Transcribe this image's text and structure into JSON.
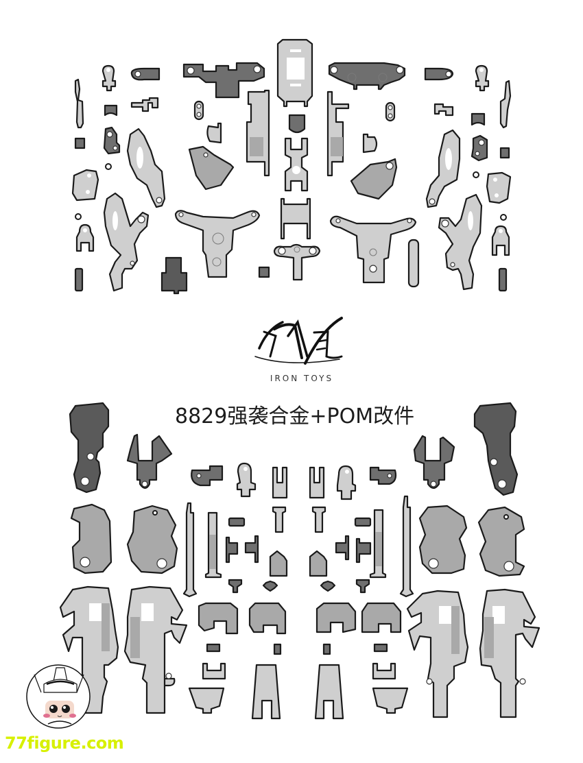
{
  "product": {
    "title": "8829强袭合金+POM改件",
    "brand_name": "IRON TOYS",
    "brand_logo_calligraphy": "铁创",
    "brand_logo_icon": "calligraphy-logo-icon"
  },
  "watermark": {
    "text": "77figure.com",
    "color": "#d7f000",
    "avatar_icon": "chibi-mecha-avatar-icon"
  },
  "colors": {
    "background": "#ffffff",
    "part_light": "#cfcfcf",
    "part_mid": "#a9a9a9",
    "part_dark": "#6f6f6f",
    "outline": "#1a1a1a"
  },
  "sections": [
    {
      "name": "upper-parts-group",
      "description": "alloy frame parts (upper sheet)"
    },
    {
      "name": "lower-parts-group",
      "description": "POM / armor parts (lower sheet)"
    }
  ]
}
